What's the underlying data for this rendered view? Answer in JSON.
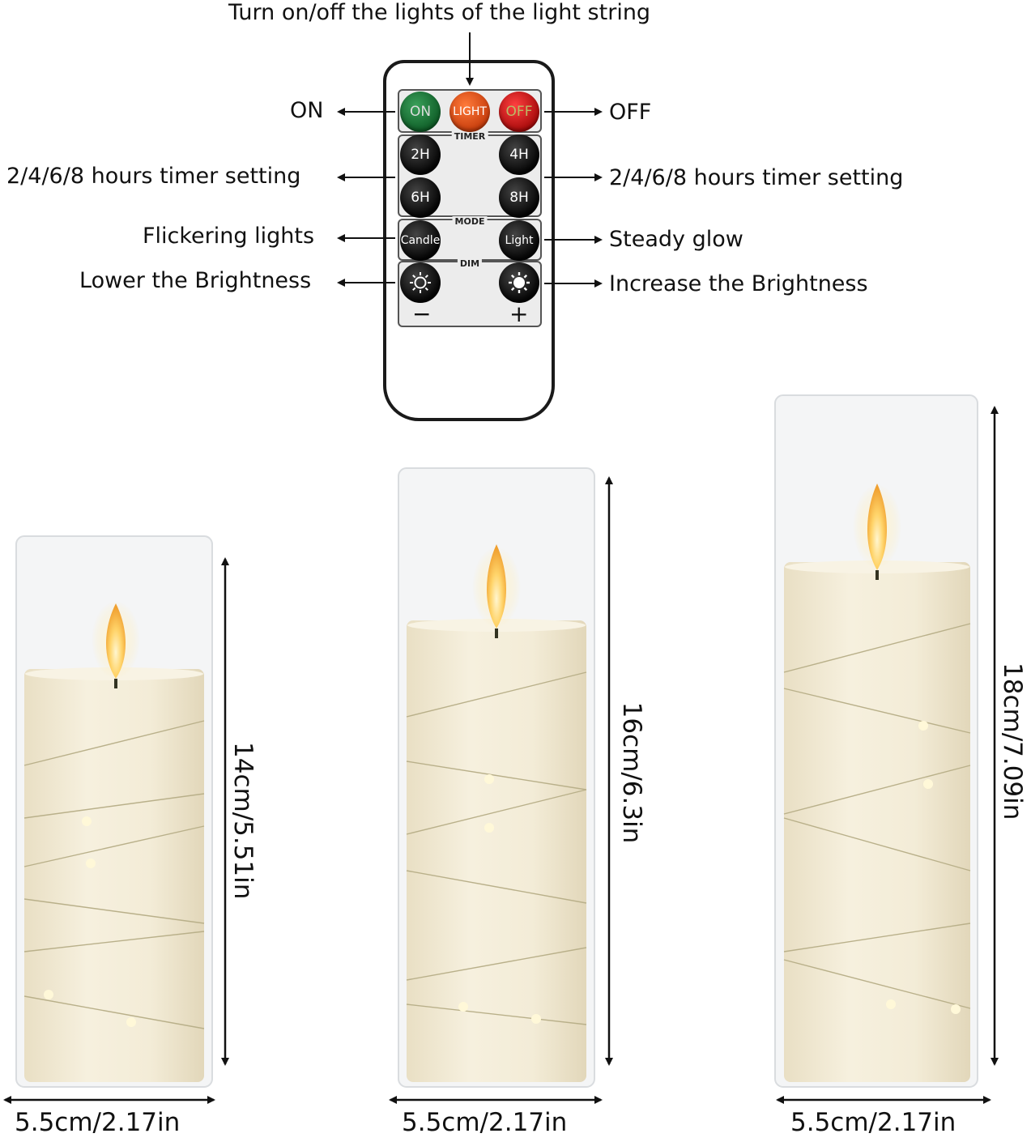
{
  "top_label": "Turn on/off the lights of the light string",
  "left_labels": {
    "on": "ON",
    "timer": "2/4/6/8 hours timer setting",
    "flicker": "Flickering lights",
    "lower": "Lower the Brightness"
  },
  "right_labels": {
    "off": "OFF",
    "timer": "2/4/6/8 hours timer setting",
    "steady": "Steady glow",
    "increase": "Increase the Brightness"
  },
  "remote": {
    "buttons": {
      "on": "ON",
      "light": "LIGHT",
      "off": "OFF",
      "h2": "2H",
      "h4": "4H",
      "h6": "6H",
      "h8": "8H",
      "candle": "Candle",
      "light_mode": "Light"
    },
    "sections": {
      "timer": "TIMER",
      "mode": "MODE",
      "dim": "DIM"
    },
    "minus": "−",
    "plus": "+",
    "colors": {
      "on": "#1f7a3a",
      "light": "#e4541c",
      "off": "#d61a1a",
      "key": "#111111"
    }
  },
  "candles": [
    {
      "height_label": "14cm/5.51in",
      "width_label": "5.5cm/2.17in"
    },
    {
      "height_label": "16cm/6.3in",
      "width_label": "5.5cm/2.17in"
    },
    {
      "height_label": "18cm/7.09in",
      "width_label": "5.5cm/2.17in"
    }
  ],
  "colors": {
    "wax": "#f3ecd8",
    "glass": "#e6e8ea",
    "flame": "#ffc24a",
    "arrow": "#111111"
  }
}
